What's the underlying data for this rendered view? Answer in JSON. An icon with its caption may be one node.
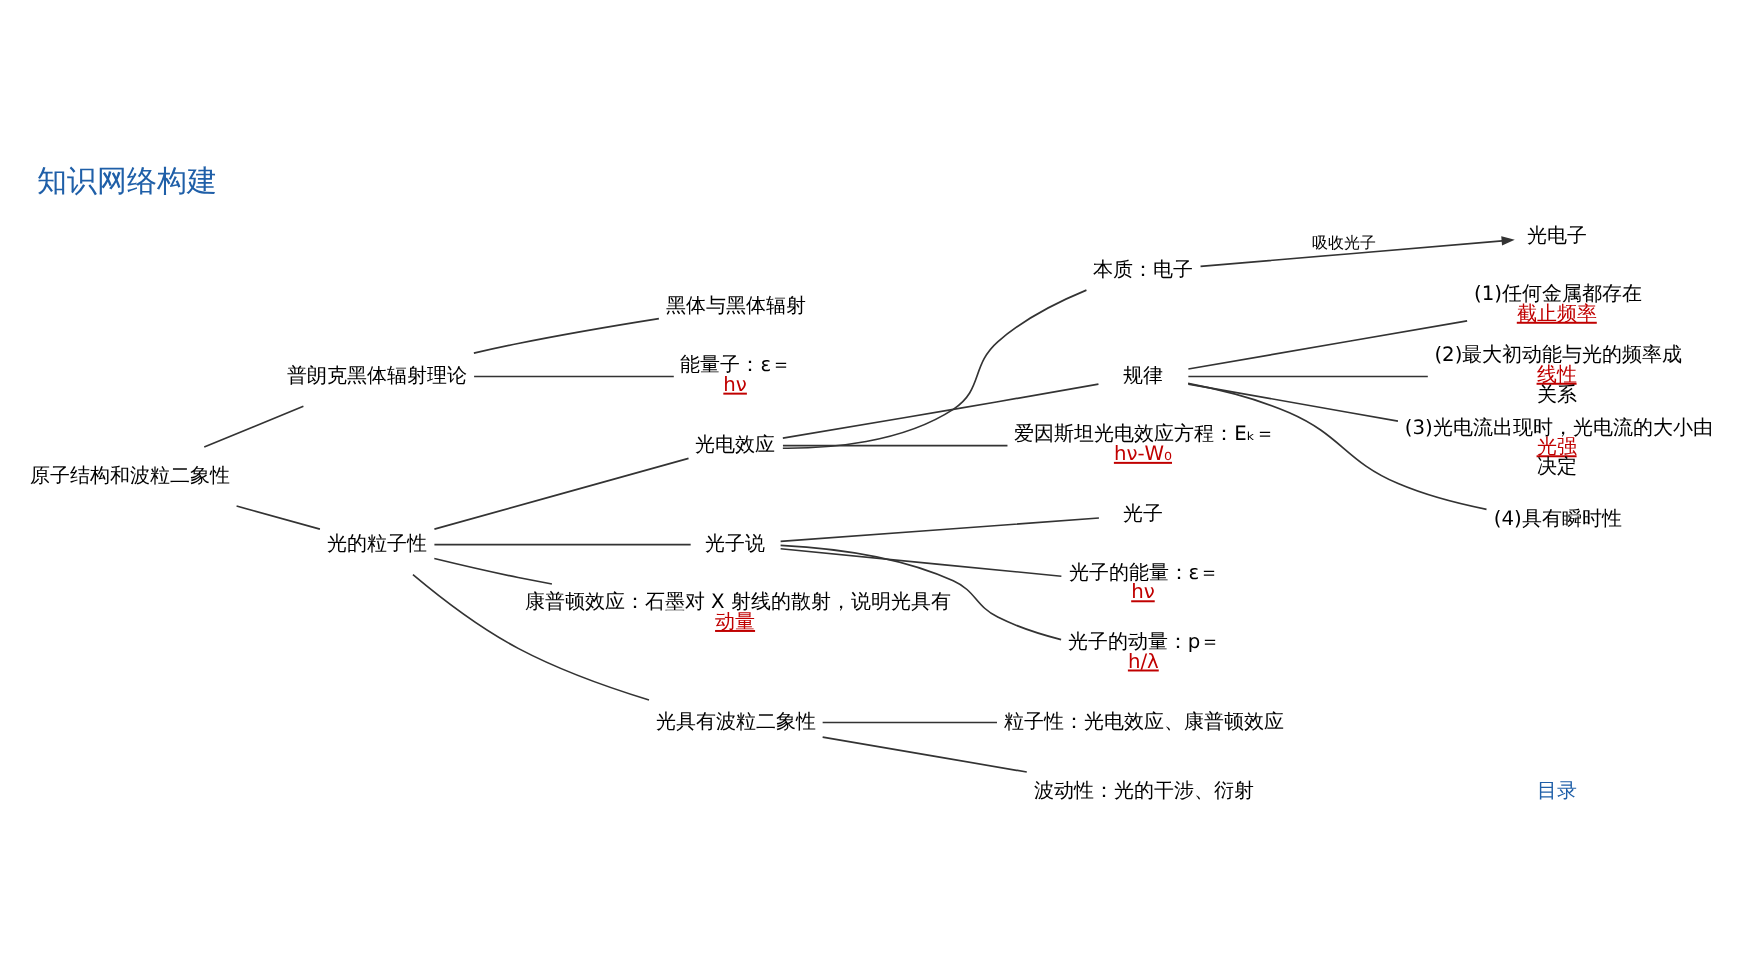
{
  "diagram": {
    "title": "知识网络构建",
    "nodes": [
      {
        "text": [
          "原子结构和波粒二象性"
        ]
      },
      {
        "text": [
          "普朗克黑体辐射理论"
        ]
      },
      {
        "text": [
          "黑体与黑体辐射"
        ]
      },
      {
        "text": [
          "能量子：ε＝",
          "hν"
        ]
      },
      {
        "text": [
          "光的粒子性"
        ]
      },
      {
        "text": [
          "光电效应"
        ]
      },
      {
        "text": [
          "本质：电子"
        ]
      },
      {
        "text": [
          "光电子"
        ]
      },
      {
        "text": [
          "规律"
        ]
      },
      {
        "text": [
          "(1)任何金属都存在",
          "截止频率"
        ]
      },
      {
        "text": [
          "(2)最大初动能与光的频率成",
          "线性",
          "关系"
        ]
      },
      {
        "text": [
          "(3)光电流出现时，光电流的大小由",
          "光强",
          "决定"
        ]
      },
      {
        "text": [
          "(4)具有瞬时性"
        ]
      },
      {
        "text": [
          "爱因斯坦光电效应方程：Eₖ＝",
          "hν-W₀"
        ]
      },
      {
        "text": [
          "光子说"
        ]
      },
      {
        "text": [
          "光子"
        ]
      },
      {
        "text": [
          "光子的能量：ε＝",
          "hν"
        ]
      },
      {
        "text": [
          "光子的动量：p＝",
          "h/λ"
        ]
      },
      {
        "text": [
          "康普顿效应：石墨对 X 射线的散射，说明光具有",
          "动量"
        ]
      },
      {
        "text": [
          "光具有波粒二象性"
        ]
      },
      {
        "text": [
          "粒子性：光电效应、康普顿效应"
        ]
      },
      {
        "text": [
          "波动性：光的干涉、衍射"
        ]
      }
    ],
    "edges": [
      {
        "from": 0,
        "to": 1,
        "arrow": "none"
      },
      {
        "from": 0,
        "to": 4,
        "arrow": "none"
      },
      {
        "from": 1,
        "to": 2,
        "arrow": "none"
      },
      {
        "from": 1,
        "to": 3,
        "arrow": "none"
      },
      {
        "from": 4,
        "to": 5,
        "arrow": "none"
      },
      {
        "from": 4,
        "to": 14,
        "arrow": "none"
      },
      {
        "from": 4,
        "to": 18,
        "arrow": "none"
      },
      {
        "from": 4,
        "to": 19,
        "arrow": "none"
      },
      {
        "from": 5,
        "to": 6,
        "arrow": "none"
      },
      {
        "from": 5,
        "to": 8,
        "arrow": "none"
      },
      {
        "from": 5,
        "to": 13,
        "arrow": "none"
      },
      {
        "from": 6,
        "to": 7,
        "arrow": "to",
        "label": "吸收光子"
      },
      {
        "from": 8,
        "to": 9,
        "arrow": "none"
      },
      {
        "from": 8,
        "to": 10,
        "arrow": "none"
      },
      {
        "from": 8,
        "to": 11,
        "arrow": "none"
      },
      {
        "from": 8,
        "to": 12,
        "arrow": "none"
      },
      {
        "from": 14,
        "to": 15,
        "arrow": "none"
      },
      {
        "from": 14,
        "to": 16,
        "arrow": "none"
      },
      {
        "from": 14,
        "to": 17,
        "arrow": "none"
      },
      {
        "from": 19,
        "to": 20,
        "arrow": "none"
      },
      {
        "from": 19,
        "to": 21,
        "arrow": "none"
      }
    ],
    "labels": [
      "目录"
    ]
  }
}
